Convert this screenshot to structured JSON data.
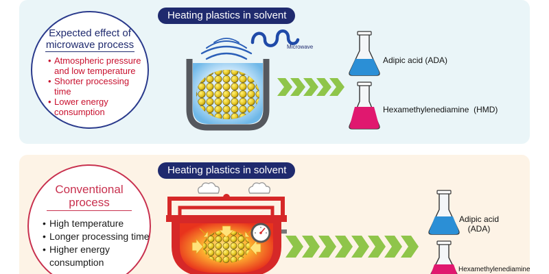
{
  "top": {
    "header": "Heating plastics in solvent",
    "title": "Expected effect of microwave process",
    "bullets": [
      "Atmospheric pressure and low temperature",
      "Shorter processing time",
      "Lower energy consumption"
    ],
    "microwave_label": "Microwave",
    "products": [
      "Adipic acid (ADA)",
      "Hexamethylenediamine  (HMD)"
    ]
  },
  "bottom": {
    "header": "Heating plastics in solvent",
    "title": "Conventional process",
    "bullets": [
      "High temperature",
      "Longer processing time",
      "Higher energy consumption"
    ],
    "products": [
      "Adipic acid (ADA)",
      "Hexamethylenediamine"
    ]
  },
  "colors": {
    "navy": "#1f2a6e",
    "red": "#c8102e",
    "arrow_green": "#8fc54a",
    "blue_liquid": "#2b8fd6",
    "pink_liquid": "#e0186f",
    "pellet": "#e8c51a",
    "pot_red": "#d62828"
  }
}
